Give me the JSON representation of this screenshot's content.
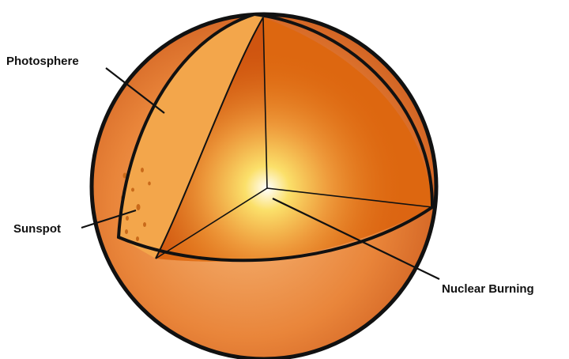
{
  "labels": {
    "photosphere": "Photosphere",
    "sunspot": "Sunspot",
    "nuclear_burning": "Nuclear Burning"
  },
  "colors": {
    "outer_shell_light": "#f6b779",
    "outer_shell_mid": "#e9853a",
    "outer_shell_dark": "#c9561a",
    "cutaway_left_face": "#cf5510",
    "cutaway_right_face": "#dd6710",
    "core_center": "#ffffff",
    "core_glow": "#fbe06a",
    "photosphere_band": "#f3a64b",
    "outline": "#111111"
  }
}
